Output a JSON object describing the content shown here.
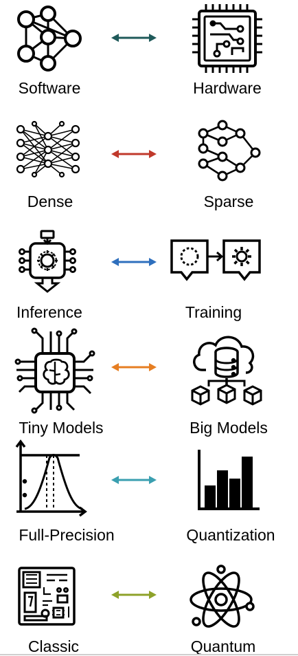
{
  "pairs": [
    {
      "left": "Software",
      "right": "Hardware",
      "arrow_color": "#1f5a5a"
    },
    {
      "left": "Dense",
      "right": "Sparse",
      "arrow_color": "#c0392b"
    },
    {
      "left": "Inference",
      "right": "Training",
      "arrow_color": "#2e6fbd"
    },
    {
      "left": "Tiny Models",
      "right": "Big Models",
      "arrow_color": "#e67e22"
    },
    {
      "left": "Full-Precision",
      "right": "Quantization",
      "arrow_color": "#3a9fb0"
    },
    {
      "left": "Classic",
      "right": "Quantum",
      "arrow_color": "#8ea22a"
    }
  ],
  "icons": {
    "software": "neural-network-icon",
    "hardware": "chip-icon",
    "dense": "dense-network-icon",
    "sparse": "sparse-network-icon",
    "inference": "inference-chip-icon",
    "training": "training-gear-icon",
    "tiny": "brain-chip-icon",
    "big": "cloud-database-icon",
    "fullprecision": "distribution-curve-icon",
    "quantization": "bar-chart-icon",
    "classic": "circuit-board-icon",
    "quantum": "atom-icon"
  }
}
